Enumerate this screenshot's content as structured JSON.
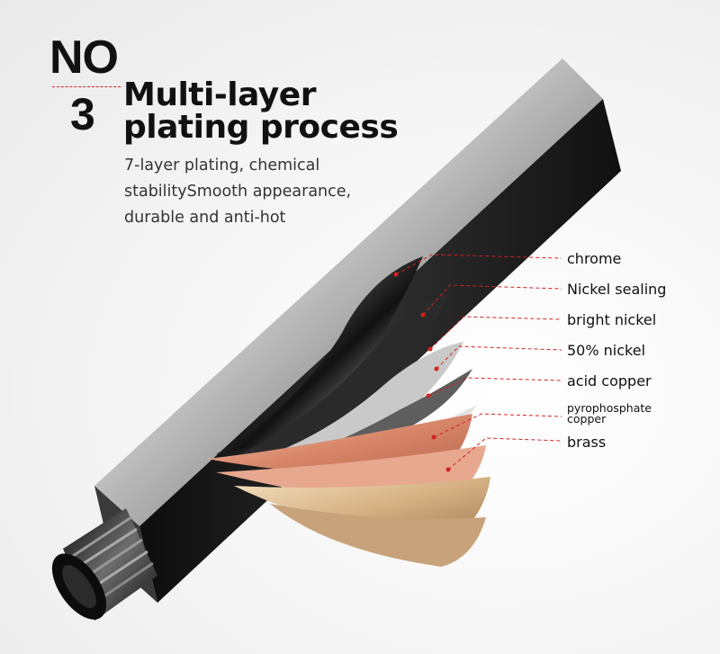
{
  "header": {
    "no_label": "NO",
    "step_number": "3",
    "title_line1": "Multi-layer",
    "title_line2": "plating process"
  },
  "description": {
    "line1": "7-layer plating, chemical",
    "line2": "stabilitySmooth appearance,",
    "line3": "durable and anti-hot"
  },
  "layers": [
    {
      "label": "chrome"
    },
    {
      "label": "Nickel sealing"
    },
    {
      "label": "bright nickel"
    },
    {
      "label": "50% nickel"
    },
    {
      "label": "acid copper"
    },
    {
      "label_line1": "pyrophosphate",
      "label_line2": "copper"
    },
    {
      "label": "brass"
    }
  ],
  "colors": {
    "accent_red": "#d22222",
    "text_dark": "#111111",
    "chrome_dark": "#1c1c1c",
    "copper": "#d9937a",
    "brass": "#d8b98c"
  },
  "icons": {
    "product": "shower-arm-pipe-icon"
  }
}
